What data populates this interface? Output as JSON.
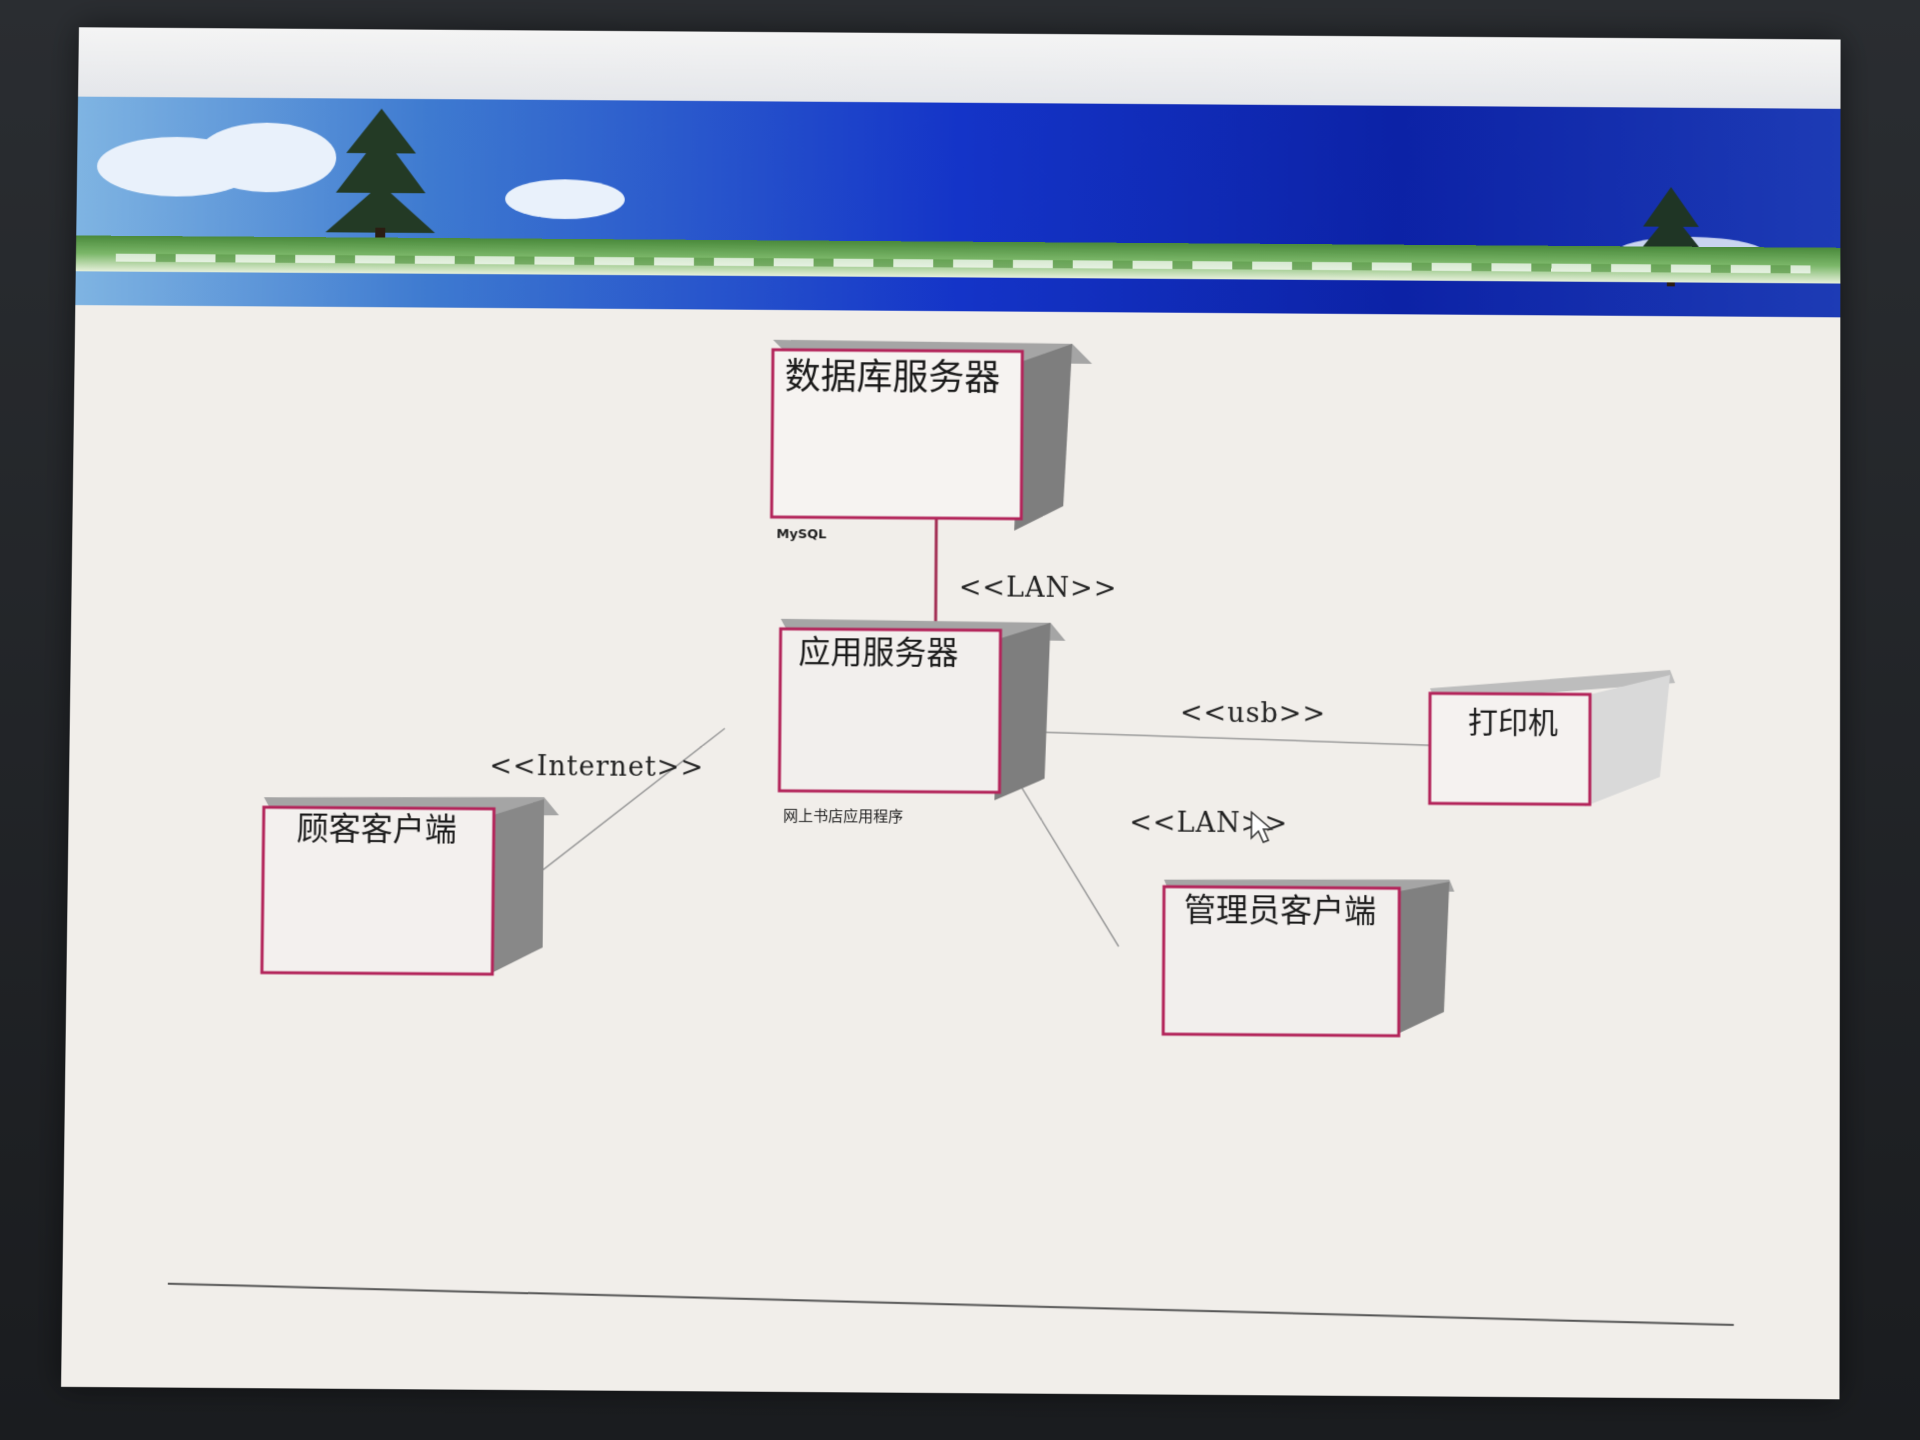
{
  "nodes": {
    "db_server": {
      "title": "数据库服务器",
      "artifact": "MySQL"
    },
    "app_server": {
      "title": "应用服务器",
      "artifact": "网上书店应用程序"
    },
    "printer": {
      "title": "打印机"
    },
    "customer_client": {
      "title": "顾客客户端"
    },
    "admin_client": {
      "title": "管理员客户端"
    }
  },
  "connections": {
    "db_app": "<<LAN>>",
    "app_printer": "<<usb>>",
    "app_customer": "<<Internet>>",
    "app_admin": "<<LAN>>"
  },
  "colors": {
    "node_border": "#b3245a",
    "node_side": "#8d8d8d",
    "node_top": "#9a9a9a",
    "banner_blue": "#1434c8"
  }
}
